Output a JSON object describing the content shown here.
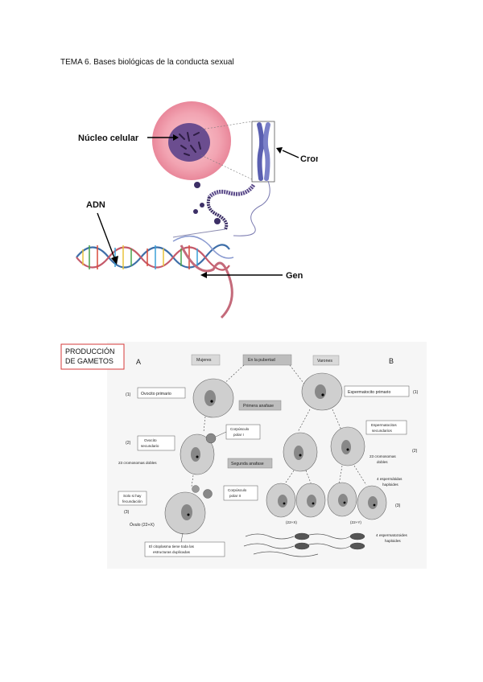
{
  "page": {
    "title": "TEMA 6. Bases biológicas de la conducta sexual"
  },
  "figure1": {
    "labels": {
      "nucleus": "Núcleo celular",
      "chromosome": "Cromosoma",
      "dna": "ADN",
      "gene": "Gen"
    }
  },
  "figure2": {
    "title_line1": "PRODUCCIÓN",
    "title_line2": "DE GAMETOS",
    "letter_a": "A",
    "letter_b": "B",
    "women": "Mujeres",
    "puberty": "En la pubertad",
    "men": "Varones",
    "step1_left": "(1)",
    "oocyte_primary": "Ovocito primario",
    "spermatocyte_primary": "Espermatocito primario",
    "step1_right": "(1)",
    "first_anaphase": "Primera anafase",
    "secondary_oocyte_l1": "Ovocito",
    "secondary_oocyte_l2": "secundario",
    "step2_left": "(2)",
    "polar_body1_l1": "Corpúsculo",
    "polar_body1_l2": "polar I",
    "spermatocytes_secondary_l1": "Espermatocitos",
    "spermatocytes_secondary_l2": "secundarios",
    "step2_right": "(2)",
    "chrom_double_left": "23 cromosomas dobles",
    "chrom_double_right_l1": "23 cromosomas",
    "chrom_double_right_l2": "dobles",
    "second_anaphase": "Segunda anafase",
    "only_fert_l1": "Solo si hay",
    "only_fert_l2": "fecundación",
    "polar_body2_l1": "Corpúsculo",
    "polar_body2_l2": "polar II",
    "spermatids_l1": "4 espermátidas",
    "spermatids_l2": "haploides",
    "step3_left": "(3)",
    "step3_right": "(3)",
    "ovule": "Óvulo (22+X)",
    "x22": "(22+X)",
    "y22": "(22+Y)",
    "sperm_l1": "4 espermatozoides",
    "sperm_l2": "haploides",
    "cytoplasm_l1": "El citoplasma tiene toda las",
    "cytoplasm_l2": "estructuras duplicadas"
  }
}
